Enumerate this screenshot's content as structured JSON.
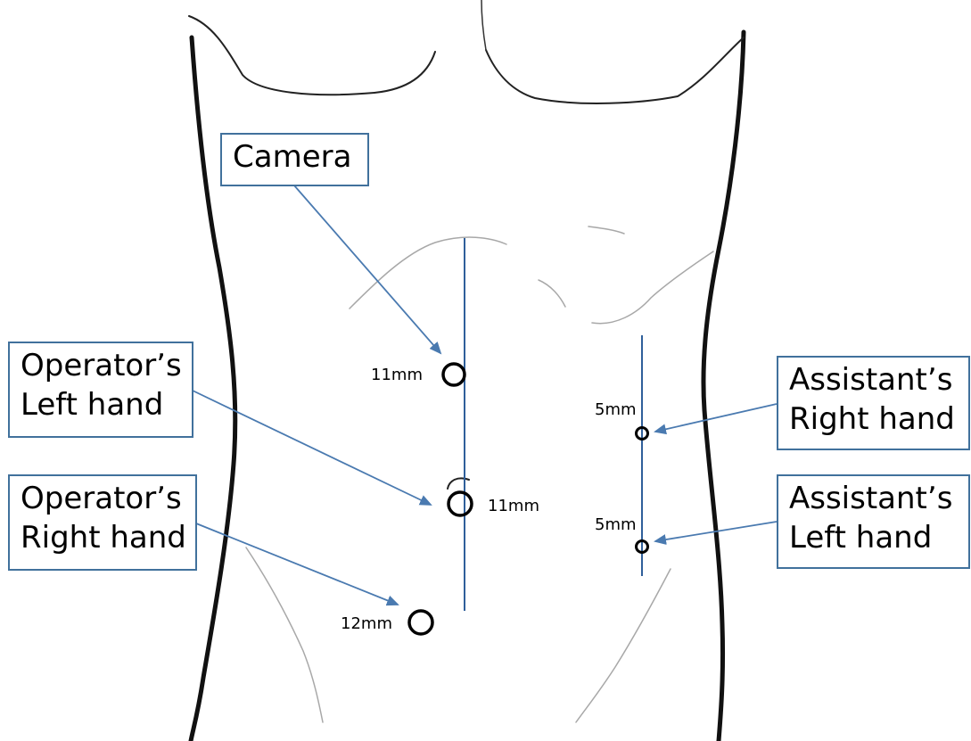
{
  "diagram": {
    "labels": {
      "camera": [
        "Camera"
      ],
      "operator_left": [
        "Operator’s",
        "Left hand"
      ],
      "operator_right": [
        "Operator’s",
        "Right hand"
      ],
      "assistant_right": [
        "Assistant’s",
        "Right hand"
      ],
      "assistant_left": [
        "Assistant’s",
        "Left hand"
      ]
    },
    "ports": {
      "camera": "11mm",
      "operator_left": "11mm",
      "operator_right": "12mm",
      "assistant_right": "5mm",
      "assistant_left": "5mm"
    },
    "colors": {
      "box_border": "#41719c",
      "arrow": "#4a7ab0",
      "guide_line": "#2f5f9a",
      "body_outline": "#111111",
      "skin_lines": "#a8a8a8",
      "port_ring": "#000000"
    }
  }
}
